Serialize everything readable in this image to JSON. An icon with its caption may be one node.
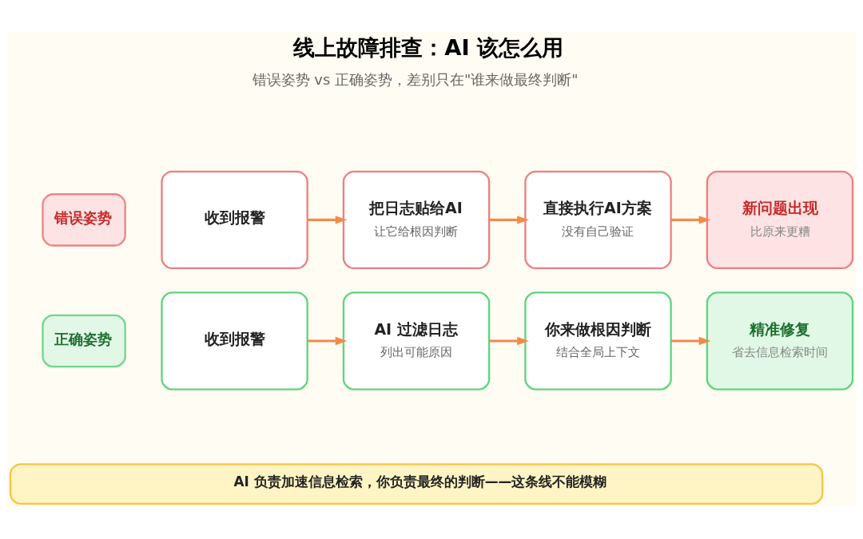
{
  "diagram": {
    "title": "线上故障排查：AI 该怎么用",
    "nodes": [
      {
        "text": [
          "错误姿势"
        ]
      },
      {
        "text": [
          "收到报警"
        ]
      },
      {
        "text": [
          "把日志贴给AI",
          "让它给根因判断"
        ]
      },
      {
        "text": [
          "直接执行AI方案",
          "没有自己验证"
        ]
      },
      {
        "text": [
          "新问题出现",
          "比原来更糟"
        ]
      },
      {
        "text": [
          "正确姿势"
        ]
      },
      {
        "text": [
          "收到报警"
        ]
      },
      {
        "text": [
          "AI 过滤日志",
          "列出可能原因"
        ]
      },
      {
        "text": [
          "你来做根因判断",
          "结合全局上下文"
        ]
      },
      {
        "text": [
          "精准修复",
          "省去信息检索时间"
        ]
      },
      {
        "text": [
          "AI 负责加速信息检索，你负责最终的判断——这条线不能模糊"
        ]
      }
    ],
    "edges": [
      {
        "from": 1,
        "to": 2,
        "arrow": "to"
      },
      {
        "from": 2,
        "to": 3,
        "arrow": "to"
      },
      {
        "from": 3,
        "to": 4,
        "arrow": "to"
      },
      {
        "from": 6,
        "to": 7,
        "arrow": "to"
      },
      {
        "from": 7,
        "to": 8,
        "arrow": "to"
      },
      {
        "from": 8,
        "to": 9,
        "arrow": "to"
      }
    ],
    "labels": [
      "错误姿势 vs 正确姿势，差别只在\"谁来做最终判断\""
    ]
  }
}
